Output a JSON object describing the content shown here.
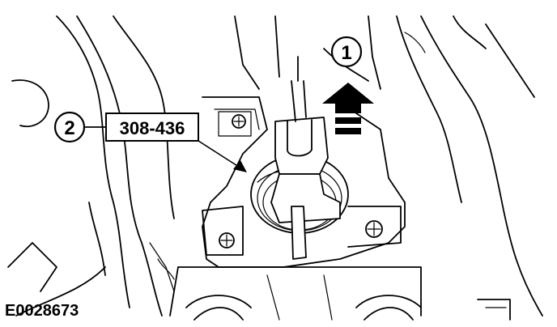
{
  "figure_id": "E0028673",
  "callouts": [
    {
      "number": "1"
    },
    {
      "number": "2",
      "tool_label": "308-436"
    }
  ]
}
